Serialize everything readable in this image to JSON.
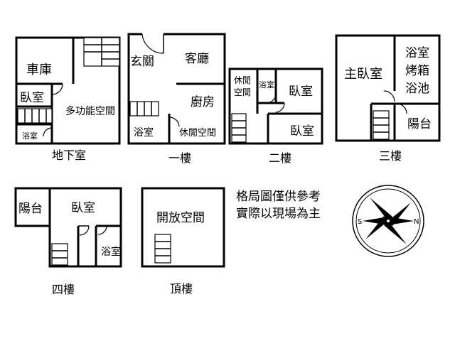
{
  "floors": {
    "basement": {
      "caption": "地下室",
      "rooms": {
        "garage": "車庫",
        "bedroom": "臥室",
        "multipurpose": "多功能空間",
        "bathroom": "浴室"
      }
    },
    "first": {
      "caption": "一樓",
      "rooms": {
        "entrance": "玄關",
        "living": "客廳",
        "kitchen": "廚房",
        "bathroom": "浴室",
        "leisure": "休閒空間"
      }
    },
    "second": {
      "caption": "二樓",
      "rooms": {
        "leisure_line1": "休閒",
        "leisure_line2": "空間",
        "bathroom": "浴室",
        "bedroom_top": "臥室",
        "bedroom_bottom": "臥室"
      }
    },
    "third": {
      "caption": "三樓",
      "rooms": {
        "master": "主臥室",
        "spa_line1": "浴室",
        "spa_line2": "烤箱",
        "spa_line3": "浴池",
        "balcony": "陽台"
      }
    },
    "fourth": {
      "caption": "四樓",
      "rooms": {
        "balcony": "陽台",
        "bedroom": "臥室",
        "bathroom": "浴室"
      }
    },
    "roof": {
      "caption": "頂樓",
      "rooms": {
        "open": "開放空間"
      }
    }
  },
  "note": {
    "line1": "格局圖僅供參考",
    "line2": "實際以現場為主"
  },
  "compass": {
    "s_label": "S",
    "n_label": "N"
  }
}
